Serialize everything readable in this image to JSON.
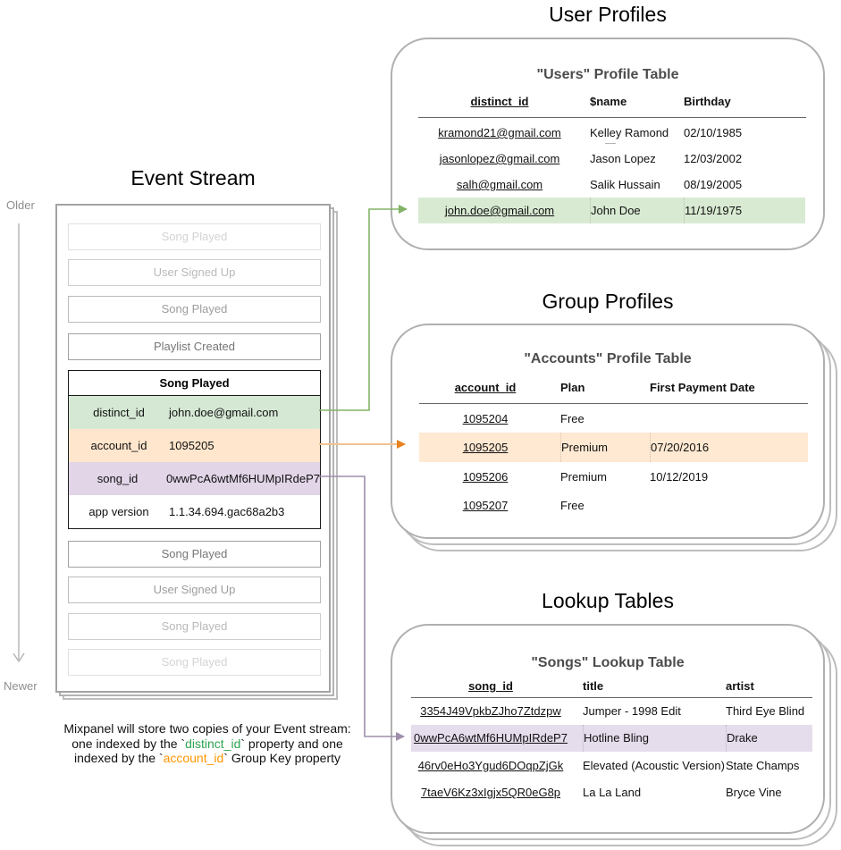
{
  "titles": {
    "event_stream": "Event Stream",
    "user_profiles": "User Profiles",
    "group_profiles": "Group Profiles",
    "lookup_tables": "Lookup Tables"
  },
  "timeline": {
    "older": "Older",
    "newer": "Newer"
  },
  "event_stream": {
    "events_before": [
      "Song Played",
      "User Signed Up",
      "Song Played",
      "Playlist Created"
    ],
    "card": {
      "title": "Song Played",
      "rows": [
        {
          "key": "distinct_id",
          "value": "john.doe@gmail.com",
          "color": "#d5e8d4"
        },
        {
          "key": "account_id",
          "value": "1095205",
          "color": "#ffe6cc"
        },
        {
          "key": "song_id",
          "value": "0wwPcA6wtMf6HUMpIRdeP7",
          "color": "#e1d5e7"
        },
        {
          "key": "app version",
          "value": "1.1.34.694.gac68a2b3",
          "color": "#ffffff"
        }
      ]
    },
    "events_after": [
      "Song Played",
      "User Signed Up",
      "Song Played",
      "Song Played"
    ]
  },
  "users_table": {
    "title": "\"Users\" Profile Table",
    "columns": [
      "distinct_id",
      "$name",
      "Birthday"
    ],
    "rows": [
      [
        "kramond21@gmail.com",
        "Kelley Ramond",
        "02/10/1985"
      ],
      [
        "jasonlopez@gmail.com",
        "Jason Lopez",
        "12/03/2002"
      ],
      [
        "salh@gmail.com",
        "Salik Hussain",
        "08/19/2005"
      ],
      [
        "john.doe@gmail.com",
        "John Doe",
        "11/19/1975"
      ]
    ],
    "highlight_row_index": 3,
    "highlight_color": "#d9ead3"
  },
  "accounts_table": {
    "title": "\"Accounts\" Profile Table",
    "columns": [
      "account_id",
      "Plan",
      "First Payment Date"
    ],
    "rows": [
      [
        "1095204",
        "Free",
        ""
      ],
      [
        "1095205",
        "Premium",
        "07/20/2016"
      ],
      [
        "1095206",
        "Premium",
        "10/12/2019"
      ],
      [
        "1095207",
        "Free",
        ""
      ]
    ],
    "highlight_row_index": 1,
    "highlight_color": "#ffe9d2"
  },
  "songs_table": {
    "title": "\"Songs\" Lookup Table",
    "columns": [
      "song_id",
      "title",
      "artist"
    ],
    "rows": [
      [
        "3354J49VpkbZJho7Ztdzpw",
        "Jumper - 1998 Edit",
        "Third Eye Blind"
      ],
      [
        "0wwPcA6wtMf6HUMpIRdeP7",
        "Hotline Bling",
        "Drake"
      ],
      [
        "46rv0eHo3Ygud6DOqpZjGk",
        "Elevated (Acoustic Version)",
        "State Champs"
      ],
      [
        "7taeV6Kz3xIgjx5QR0eG8p",
        "La La Land",
        "Bryce Vine"
      ]
    ],
    "highlight_row_index": 1,
    "highlight_color": "#e5dcec"
  },
  "caption": {
    "line1": "Mixpanel will store two copies of your Event stream:",
    "line2_pre": "one indexed by the `",
    "line2_code": "distinct_id",
    "line2_post": "` property and one",
    "line3_pre": "indexed by the `",
    "line3_code": "account_id",
    "line3_post": "` Group Key property"
  },
  "colors": {
    "caption_green": "#2ea44f",
    "caption_orange": "#ff9500",
    "arrow_green": "#82b366",
    "arrow_orange_line": "#f2c28f",
    "arrow_orange_head": "#e8821e",
    "arrow_purple": "#9e8fab",
    "timeline_gray": "#b3b3b3",
    "event_green": "#d5e8d4",
    "event_orange": "#ffe6cc",
    "event_purple": "#e1d5e7"
  }
}
